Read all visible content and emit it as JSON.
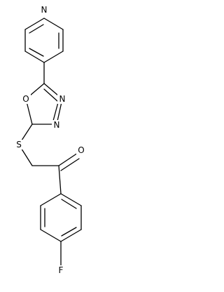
{
  "molecule": {
    "atoms": {
      "pyridine_n": "N",
      "oxadiazole_o": "O",
      "oxadiazole_n3": "N",
      "oxadiazole_n4": "N",
      "thioether_s": "S",
      "carbonyl_o": "O",
      "fluorine": "F"
    }
  }
}
